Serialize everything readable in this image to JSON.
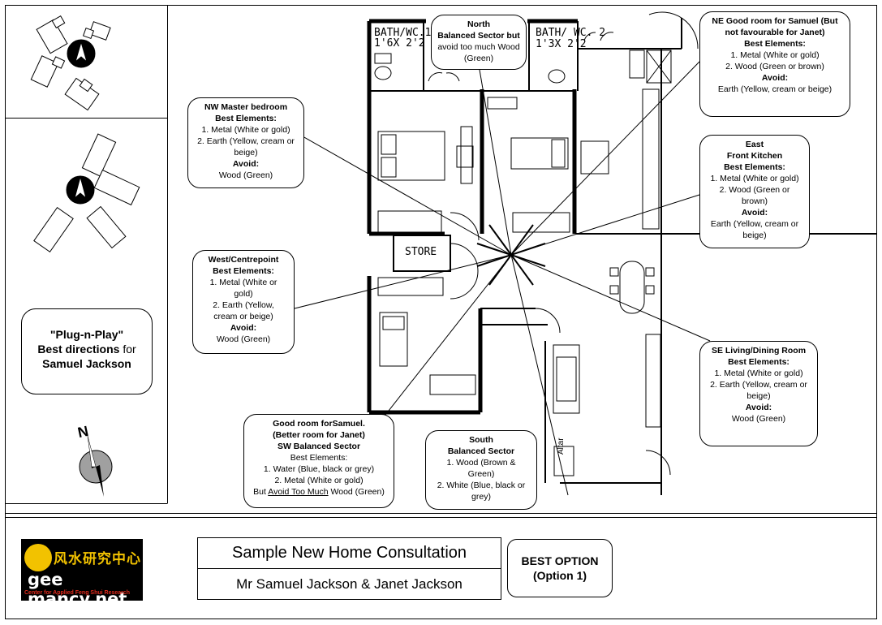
{
  "plan": {
    "rooms": {
      "bath1": "BATH/WC.1",
      "bath1_size": "1'6X 2'2",
      "bath2": "BATH/ WC. 2",
      "bath2_size": "1'3X 2'2",
      "store": "STORE",
      "altar": "Altar"
    }
  },
  "callouts": {
    "north": {
      "lines": [
        "North",
        "Balanced Sector but",
        "avoid too much Wood",
        "(Green)"
      ],
      "bold": [
        true,
        true,
        false,
        false
      ]
    },
    "ne": {
      "lines": [
        "NE Good room for Samuel (But",
        "not favourable for Janet)",
        "Best Elements:",
        "1. Metal (White or gold)",
        "2. Wood (Green or brown)",
        "Avoid:",
        "Earth (Yellow, cream or beige)"
      ],
      "bold": [
        true,
        true,
        true,
        false,
        false,
        true,
        false
      ]
    },
    "nw": {
      "lines": [
        "NW Master bedroom",
        "Best Elements:",
        "1. Metal (White or gold)",
        "2. Earth (Yellow, cream or",
        "beige)",
        "Avoid:",
        "Wood (Green)"
      ],
      "bold": [
        true,
        true,
        false,
        false,
        false,
        true,
        false
      ]
    },
    "east": {
      "lines": [
        "East",
        "Front Kitchen",
        "Best Elements:",
        "1. Metal (White or gold)",
        "2. Wood (Green or",
        "brown)",
        "Avoid:",
        "Earth (Yellow, cream or",
        "beige)"
      ],
      "bold": [
        true,
        true,
        true,
        false,
        false,
        false,
        true,
        false,
        false
      ]
    },
    "west": {
      "lines": [
        "West/Centrepoint",
        "Best Elements:",
        "1. Metal (White or",
        "gold)",
        "2. Earth (Yellow,",
        "cream or beige)",
        "Avoid:",
        "Wood (Green)"
      ],
      "bold": [
        true,
        true,
        false,
        false,
        false,
        false,
        true,
        false
      ]
    },
    "se": {
      "lines": [
        "SE Living/Dining Room",
        "Best Elements:",
        "1. Metal (White or gold)",
        "2. Earth (Yellow, cream or",
        "beige)",
        "Avoid:",
        "Wood (Green)"
      ],
      "bold": [
        true,
        true,
        false,
        false,
        false,
        true,
        false
      ]
    },
    "sw": {
      "lines": [
        "Good room forSamuel.",
        "(Better room for Janet)",
        "SW Balanced Sector",
        "Best Elements:",
        "1. Water (Blue, black or grey)",
        "2. Metal (White or gold)"
      ],
      "bold": [
        true,
        true,
        true,
        false,
        false,
        false
      ],
      "last_prefix": "But ",
      "last_underlined": "Avoid Too Much",
      "last_suffix": " Wood (Green)"
    },
    "south": {
      "lines": [
        "South",
        "Balanced Sector",
        "1. Wood (Brown &",
        "Green)",
        "2. White (Blue, black or",
        "grey)"
      ],
      "bold": [
        true,
        true,
        false,
        false,
        false,
        false
      ]
    }
  },
  "left_panel": {
    "plug_title": "\"Plug-n-Play\"",
    "plug_line2_bold": "Best directions",
    "plug_line2_normal": " for",
    "plug_line3": "Samuel Jackson",
    "compass_letter": "N"
  },
  "footer": {
    "logo_text": "gee mancy.net",
    "logo_chinese": "风水研究中心",
    "logo_sub": "Center for Applied Feng Shui Research",
    "title": "Sample New Home Consultation",
    "subtitle": "Mr Samuel Jackson & Janet Jackson",
    "option_line1": "BEST OPTION",
    "option_line2": "(Option 1)"
  },
  "colors": {
    "line": "#000000",
    "page": "#ffffff",
    "compass_grey": "#a0a0a0",
    "logo_yellow": "#f2c200",
    "logo_red": "#e02a1c"
  }
}
